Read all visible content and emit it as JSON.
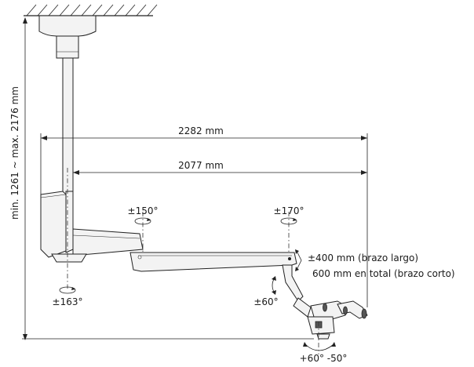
{
  "labels": {
    "total_width": "2282 mm",
    "arm_width": "2077 mm",
    "height": "min. 1261 ~ max. 2176 mm",
    "rot_base": "±163°",
    "rot_arm1": "±150°",
    "rot_arm2": "±170°",
    "arm_travel_1": "±400 mm (brazo largo)",
    "arm_travel_2": "600 mm en total (brazo corto)",
    "tilt_joint": "±60°",
    "tilt_head": "+60°  -50°"
  }
}
